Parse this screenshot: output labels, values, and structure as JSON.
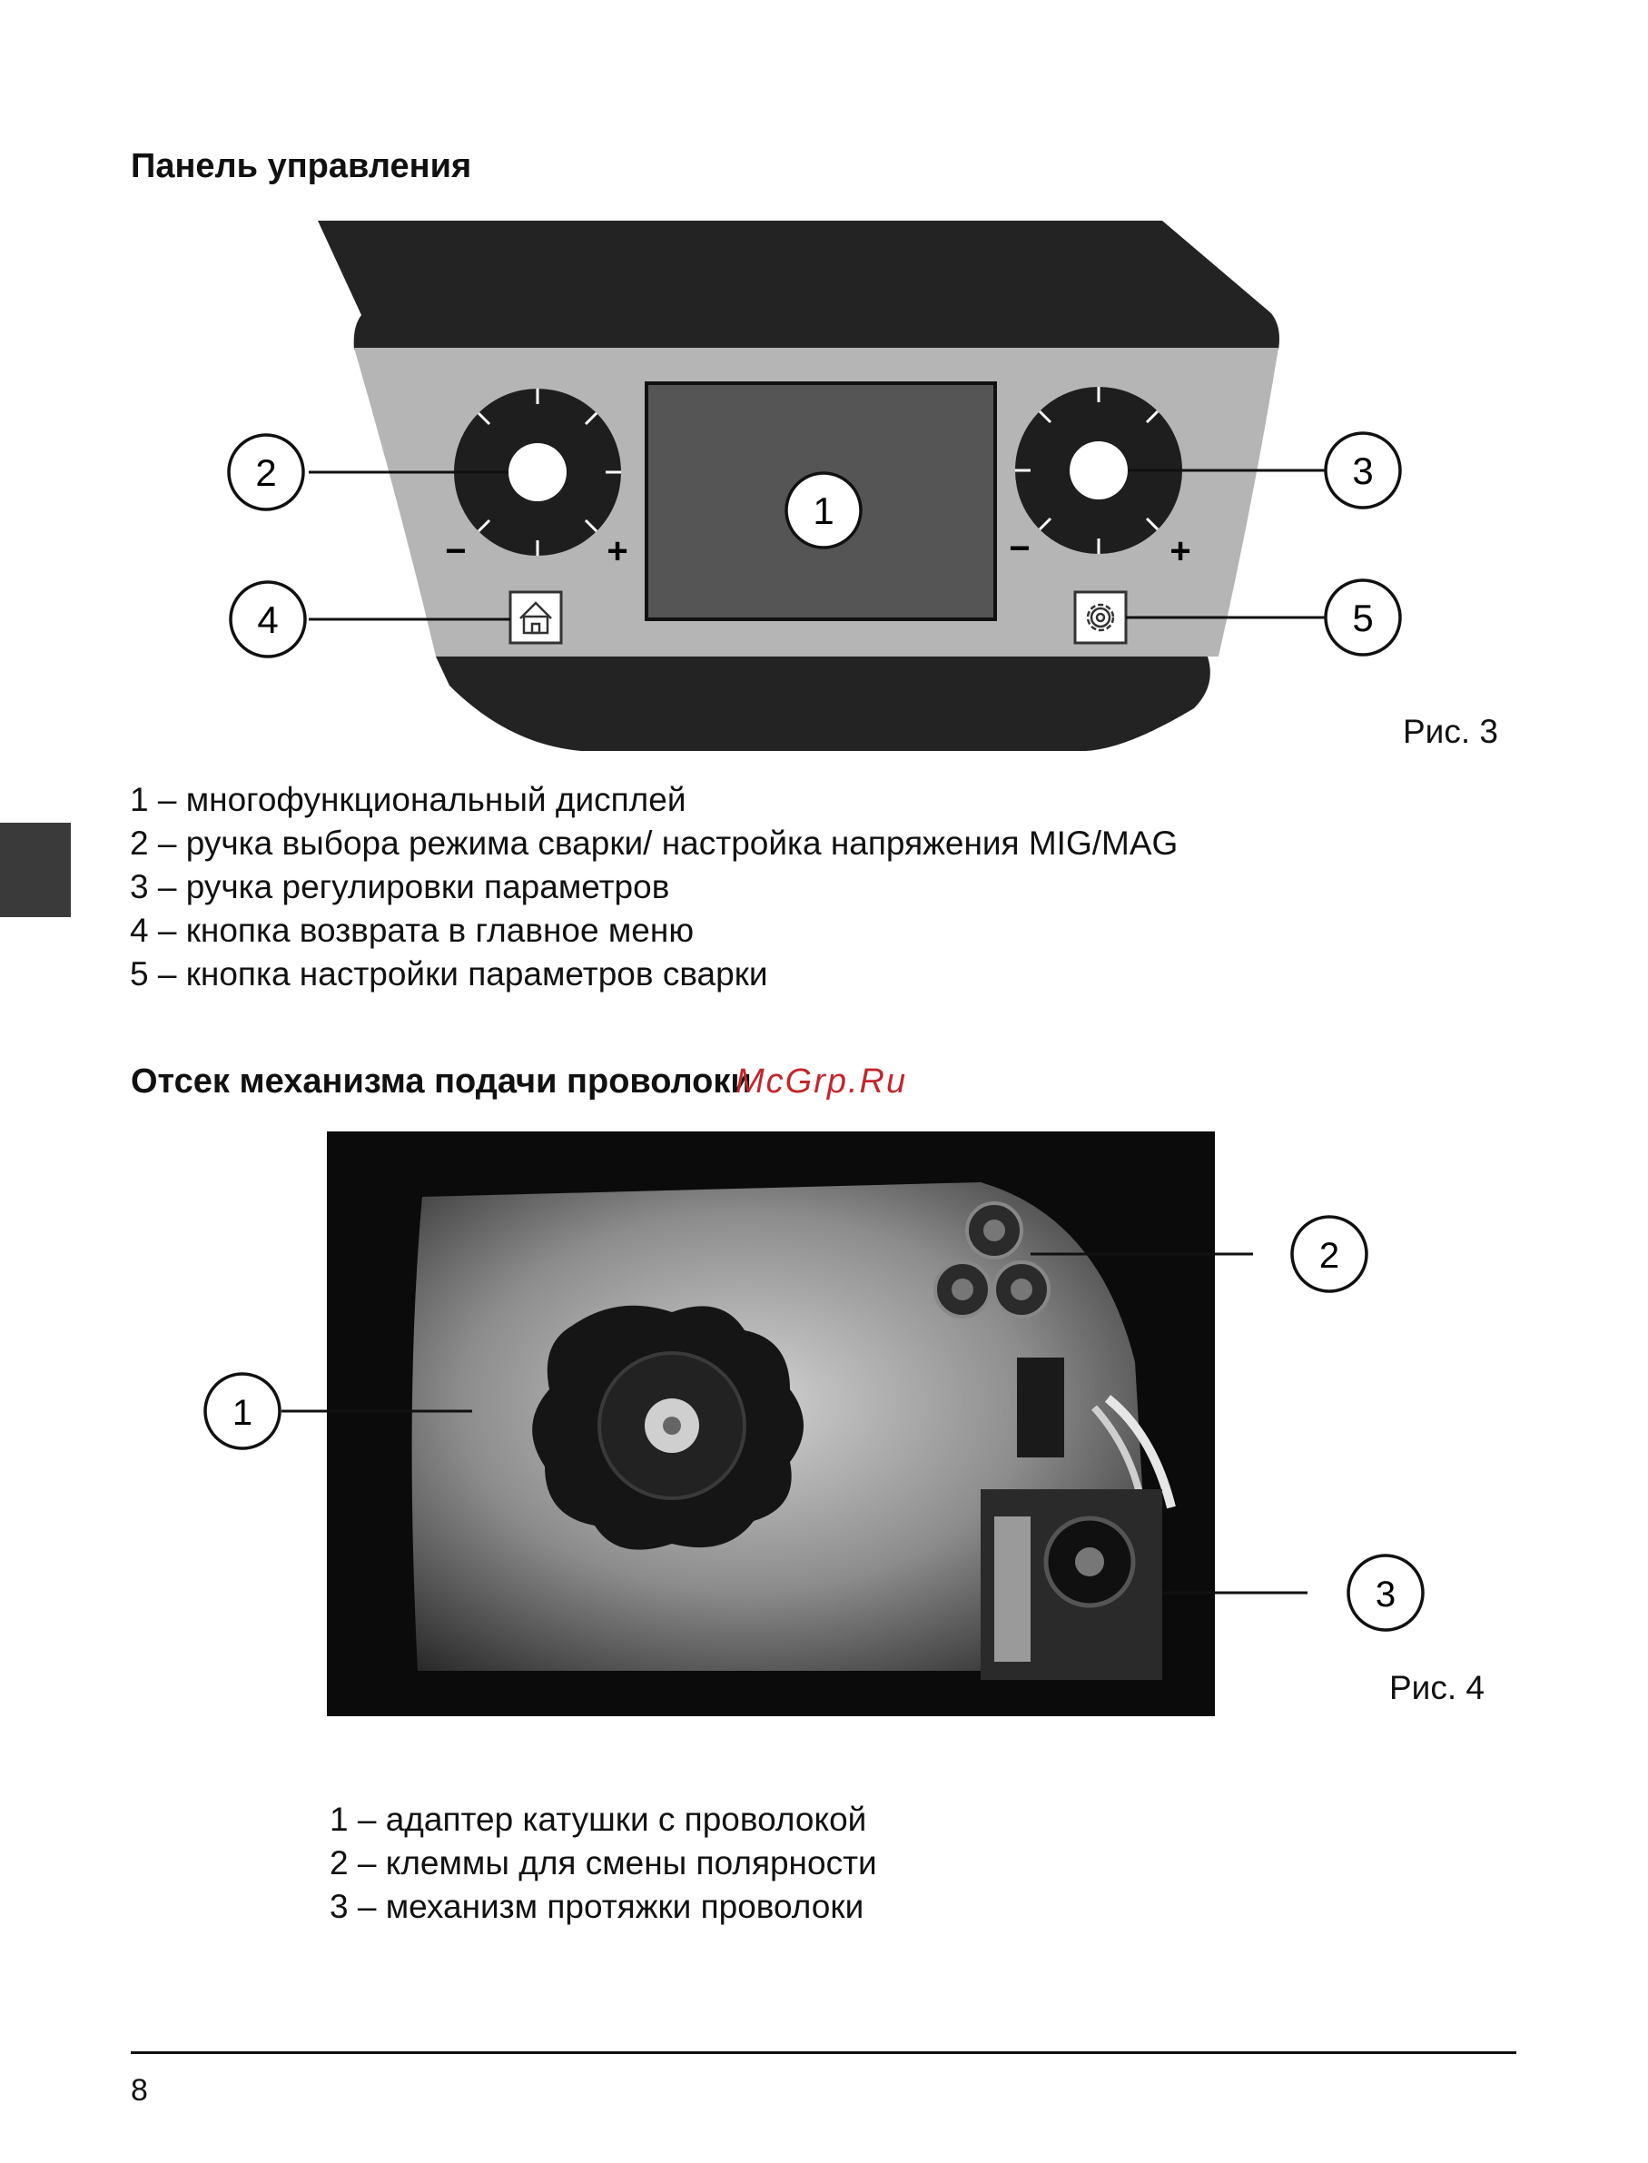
{
  "section1": {
    "title": "Панель управления",
    "figure_caption": "Рис. 3",
    "callouts": [
      "1",
      "2",
      "3",
      "4",
      "5"
    ],
    "knob_left": {
      "minus": "−",
      "plus": "+"
    },
    "knob_right": {
      "minus": "−",
      "plus": "+"
    },
    "legend": [
      "1 – многофункциональный дисплей",
      "2 – ручка выбора режима сварки/ настройка напряжения MIG/MAG",
      "3 – ручка регулировки параметров",
      "4 – кнопка возврата в главное меню",
      "5 – кнопка настройки параметров сварки"
    ]
  },
  "section2": {
    "title": "Отсек механизма подачи проволоки",
    "figure_caption": "Рис. 4",
    "callouts": [
      "1",
      "2",
      "3"
    ],
    "legend": [
      "1 – адаптер катушки с проволокой",
      "2 – клеммы для смены полярности",
      "3 – механизм протяжки проволоки"
    ]
  },
  "watermark": "McGrp.Ru",
  "page_number": "8",
  "icons": {
    "home": "home-icon",
    "settings": "gear-icon"
  }
}
